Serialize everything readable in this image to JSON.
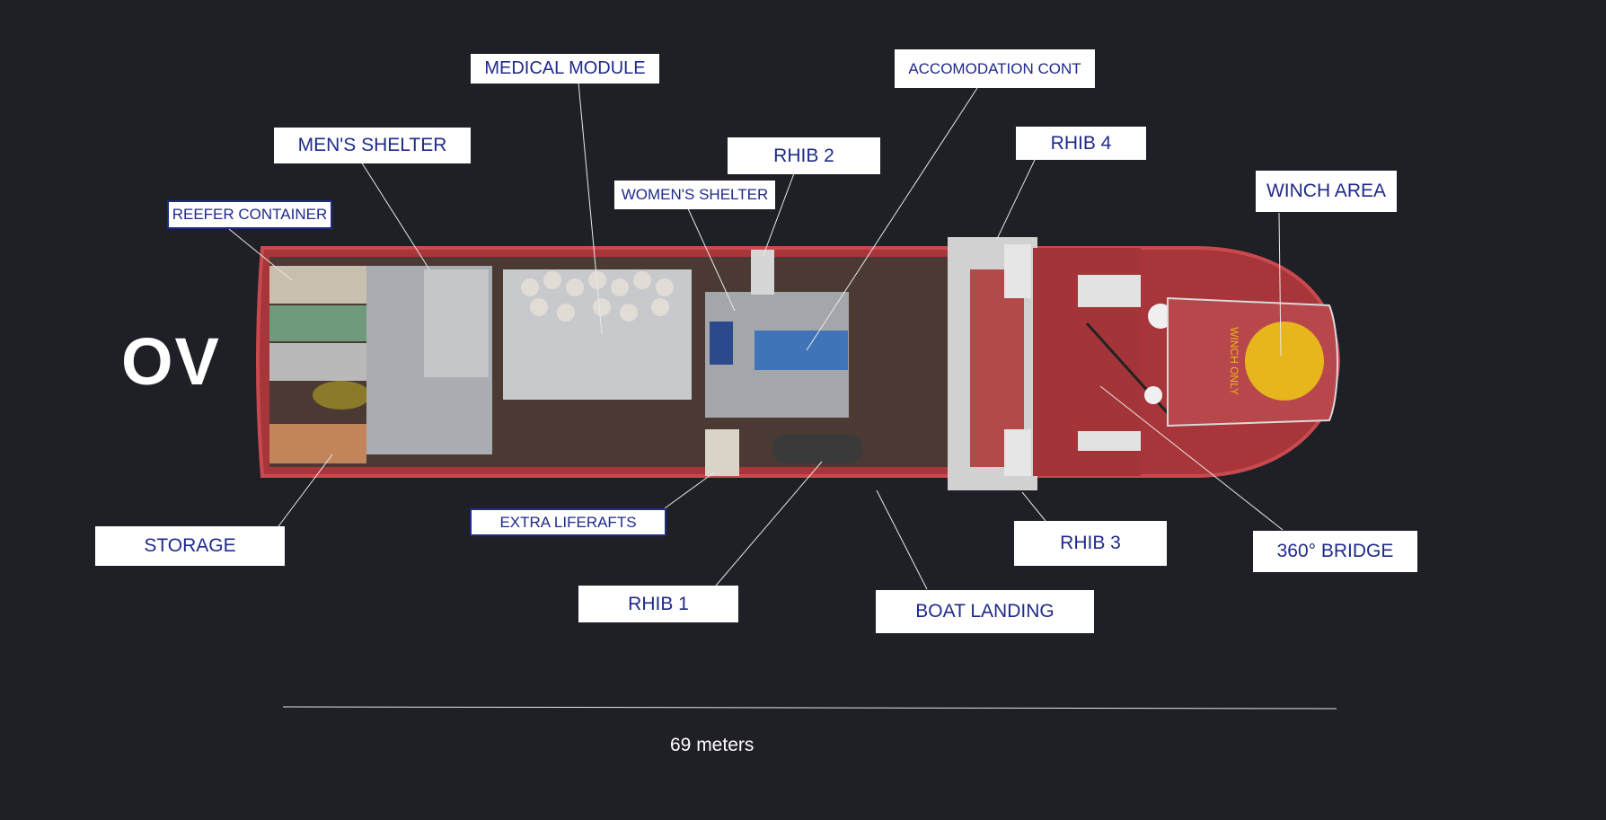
{
  "vessel_code": "OV",
  "helipad_text": "WINCH ONLY",
  "scale_label": "69 meters",
  "labels": {
    "medical_module": "MEDICAL MODULE",
    "accomodation_cont": "ACCOMODATION CONT",
    "mens_shelter": "MEN'S SHELTER",
    "rhib2": "RHIB 2",
    "rhib4": "RHIB 4",
    "womens_shelter": "WOMEN'S SHELTER",
    "winch_area": "WINCH AREA",
    "reefer_container": "REEFER CONTAINER",
    "storage": "STORAGE",
    "extra_liferafts": "EXTRA LIFERAFTS",
    "rhib3": "RHIB 3",
    "bridge": "360° BRIDGE",
    "rhib1": "RHIB 1",
    "boat_landing": "BOAT LANDING"
  },
  "colors": {
    "background": "#1f1f26",
    "label_text": "#1f2a8a",
    "hull": "#a8353a",
    "helipad": "#e7b51c"
  }
}
